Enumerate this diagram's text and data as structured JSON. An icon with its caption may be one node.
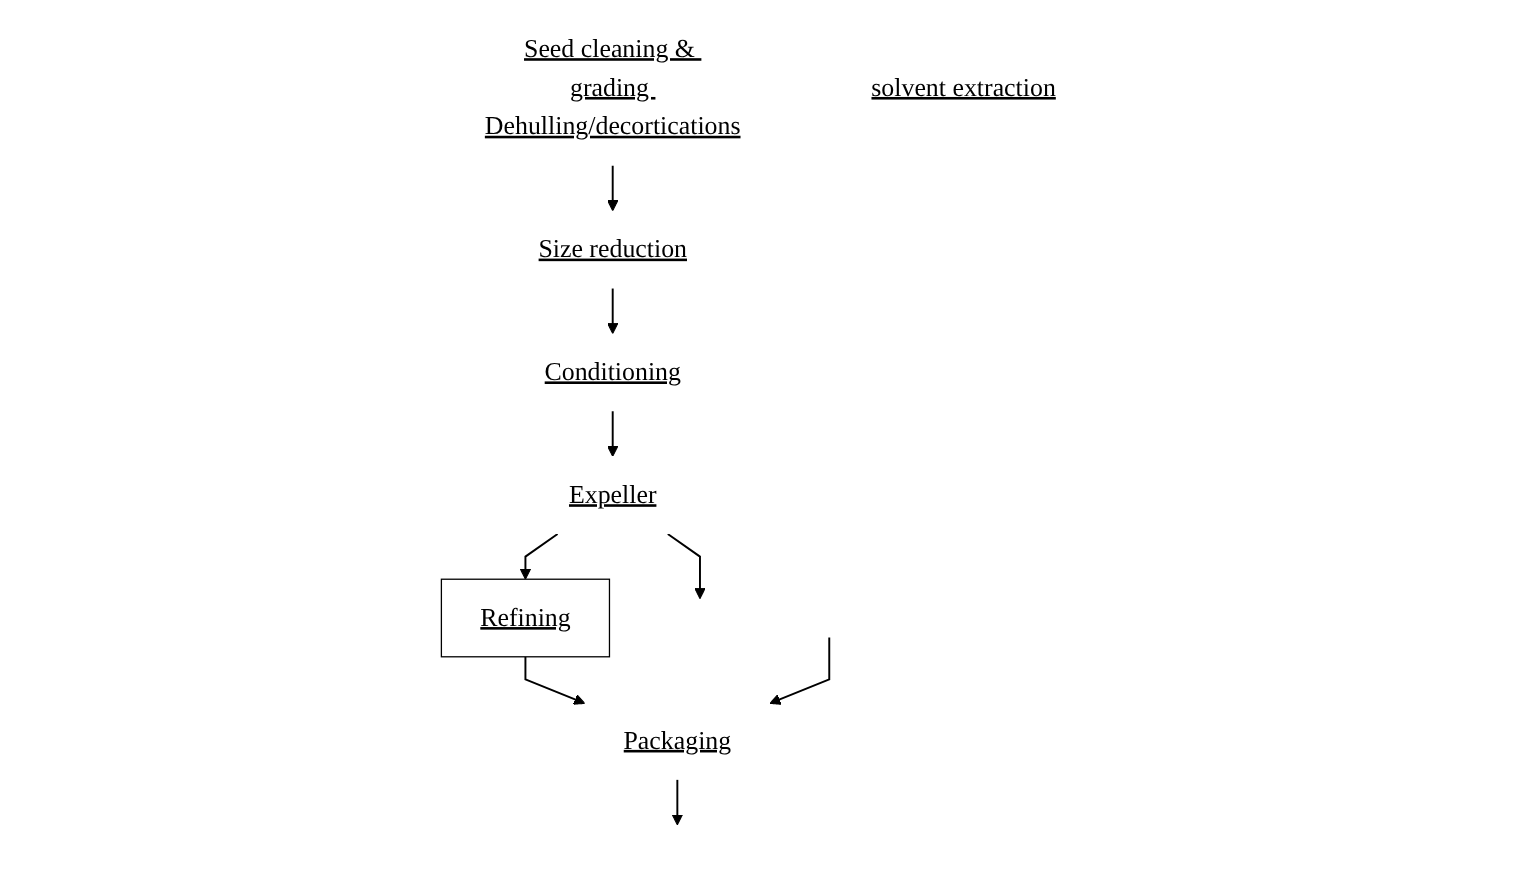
{
  "diagram": {
    "nodes": [
      {
        "text": [
          "Seed cleaning & grading Dehulling/decortications"
        ]
      },
      {
        "text": [
          "Size reduction"
        ]
      },
      {
        "text": [
          "Conditioning"
        ]
      },
      {
        "text": [
          "solvent extraction"
        ]
      },
      {
        "text": [
          "Expeller"
        ]
      },
      {
        "text": [
          "Refining"
        ]
      },
      {
        "text": [
          "Packaging"
        ]
      }
    ],
    "edges": [
      {
        "from": 0,
        "to": 1,
        "arrow": "to"
      },
      {
        "from": 1,
        "to": 2,
        "arrow": "to"
      },
      {
        "from": 2,
        "to": 4,
        "arrow": "to"
      },
      {
        "from": 4,
        "to": 5,
        "arrow": "to"
      },
      {
        "from": 5,
        "to": 6,
        "arrow": "to"
      },
      {
        "from": 4,
        "to": null,
        "arrow": "to"
      },
      {
        "from": null,
        "to": 6,
        "arrow": "to"
      },
      {
        "from": 6,
        "to": null,
        "arrow": "to"
      }
    ]
  }
}
